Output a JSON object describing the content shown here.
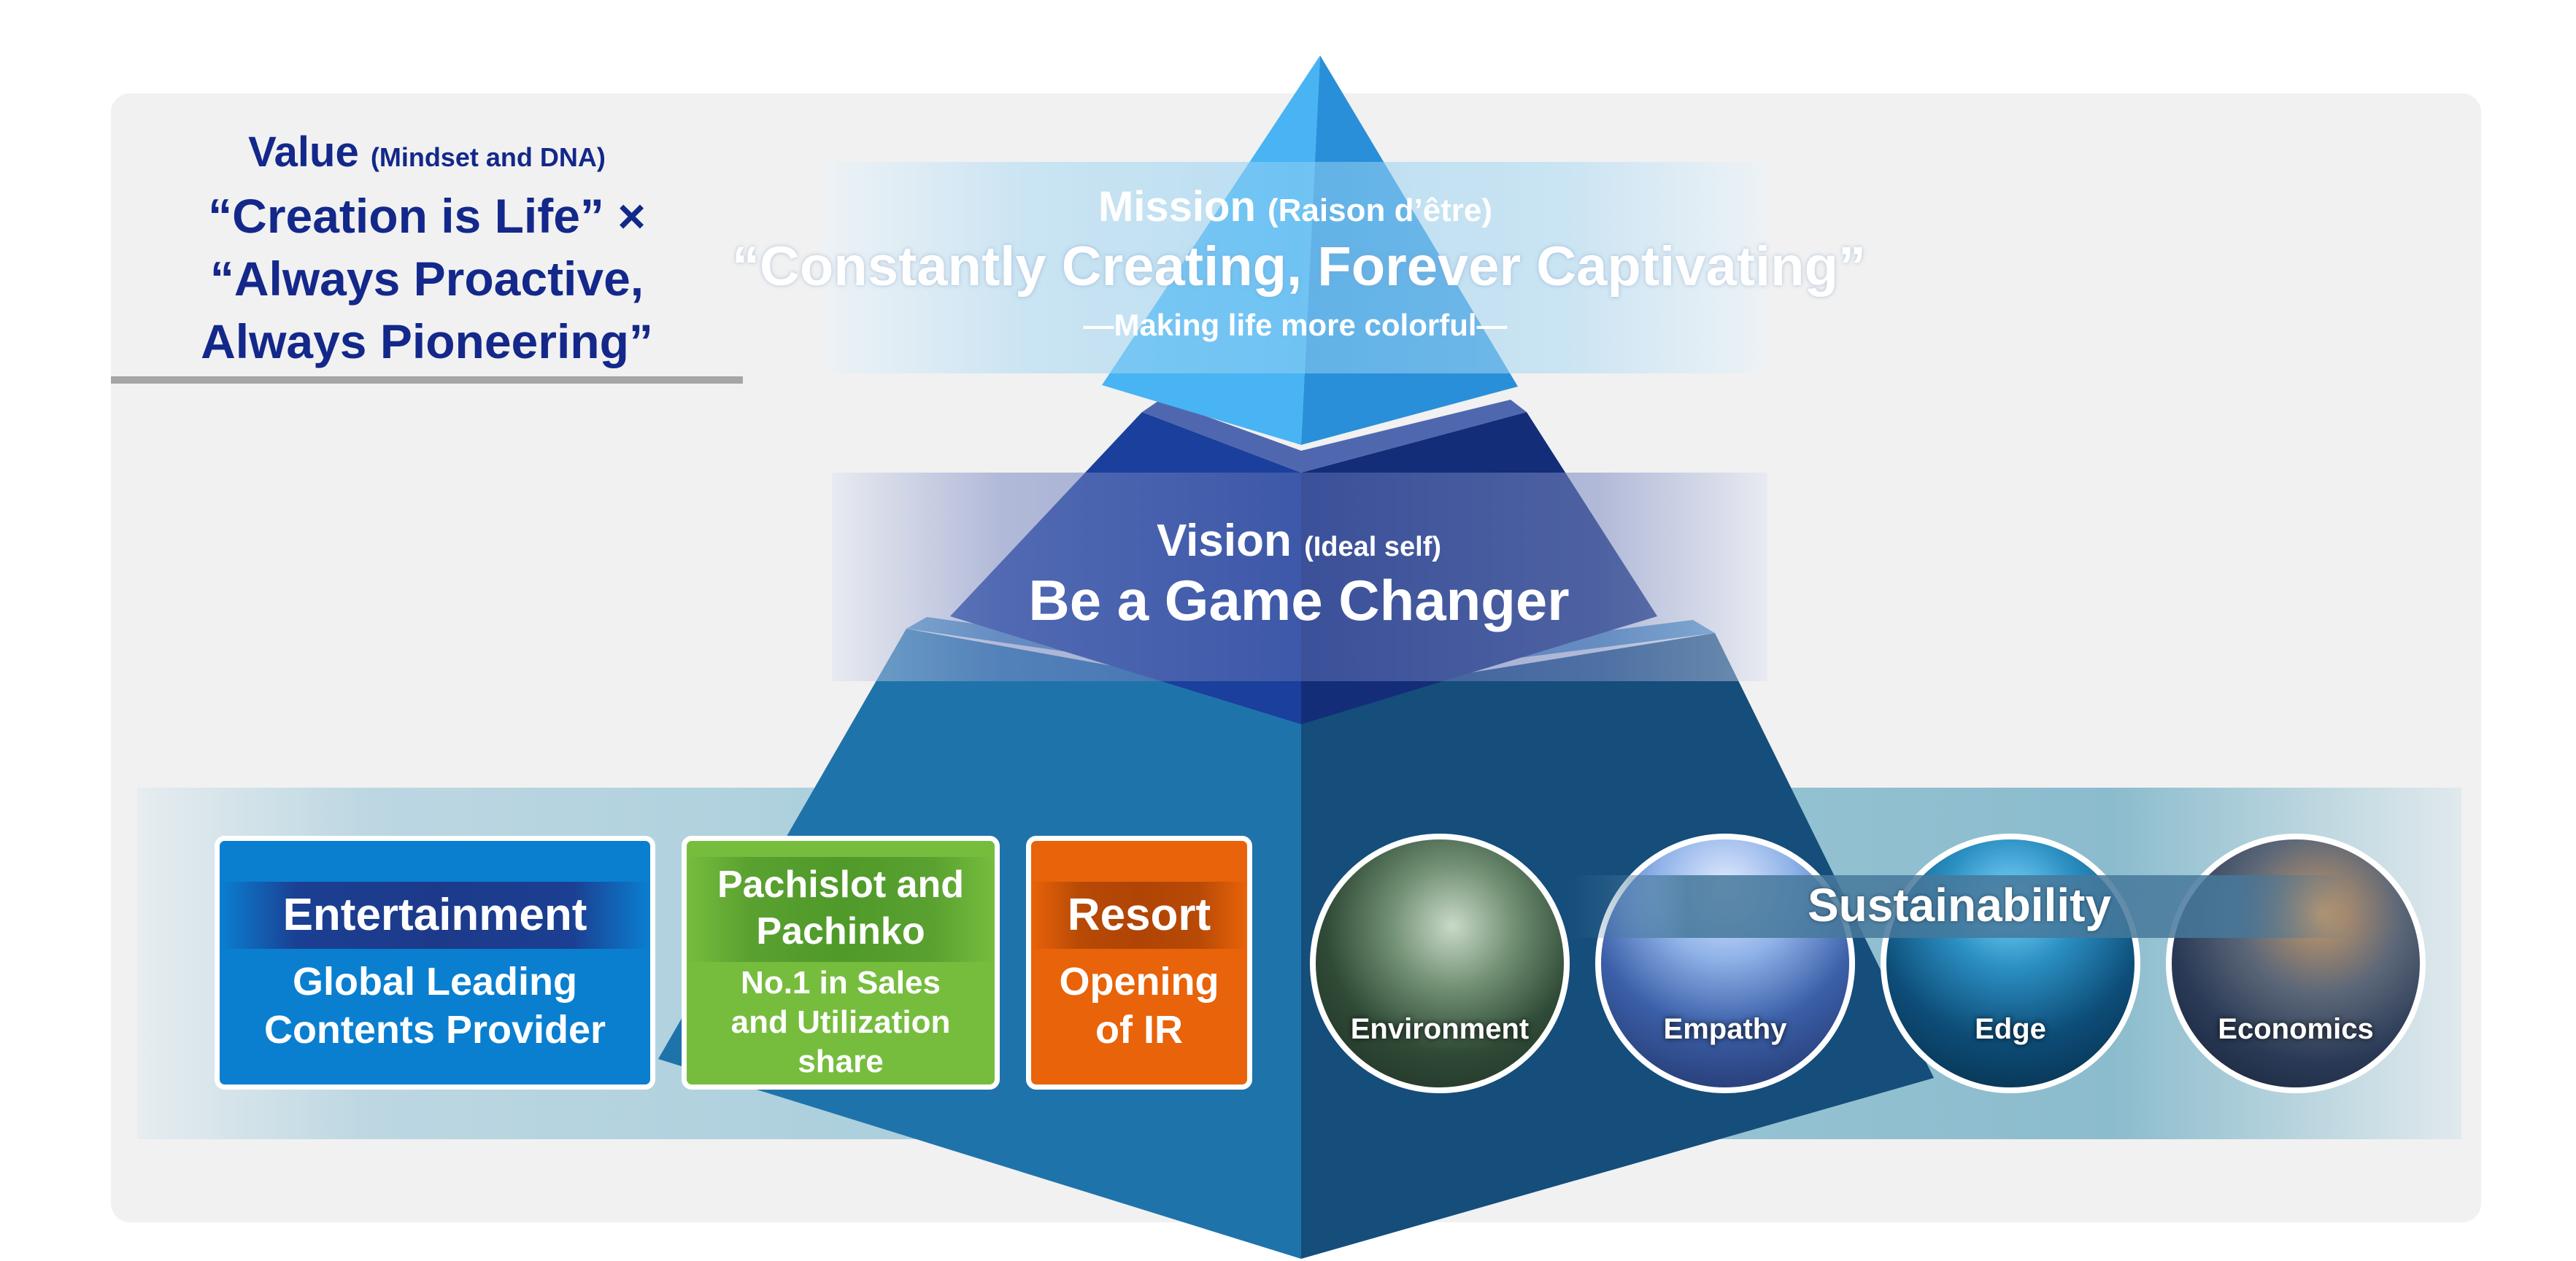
{
  "value": {
    "title": "Value",
    "title_note": "(Mindset and DNA)",
    "lines": [
      "“Creation is Life” ×",
      "“Always Proactive,",
      "Always Pioneering”"
    ]
  },
  "mission": {
    "title": "Mission",
    "title_note": "(Raison d’être)",
    "statement": "“Constantly Creating, Forever Captivating”",
    "sub": "—Making life more colorful—"
  },
  "vision": {
    "title": "Vision",
    "title_note": "(Ideal self)",
    "statement": "Be a Game Changer"
  },
  "segments": {
    "entertainment": {
      "head": "Entertainment",
      "body": [
        "Global Leading",
        "Contents Provider"
      ]
    },
    "pachislot": {
      "head": [
        "Pachislot and",
        "Pachinko"
      ],
      "body": [
        "No.1 in Sales",
        "and Utilization",
        "share"
      ]
    },
    "resort": {
      "head": "Resort",
      "body": [
        "Opening",
        "of IR"
      ]
    }
  },
  "sustainability": {
    "title": "Sustainability",
    "items": [
      "Environment",
      "Empathy",
      "Edge",
      "Economics"
    ]
  },
  "colors": {
    "value_text": "#13288a",
    "entertainment": "#0a7fd0",
    "pachislot": "#76bd3e",
    "resort": "#e86309",
    "pyramid_top": "#3aa7ee",
    "pyramid_middle": "#1c3b94",
    "pyramid_base": "#1a6da4"
  }
}
